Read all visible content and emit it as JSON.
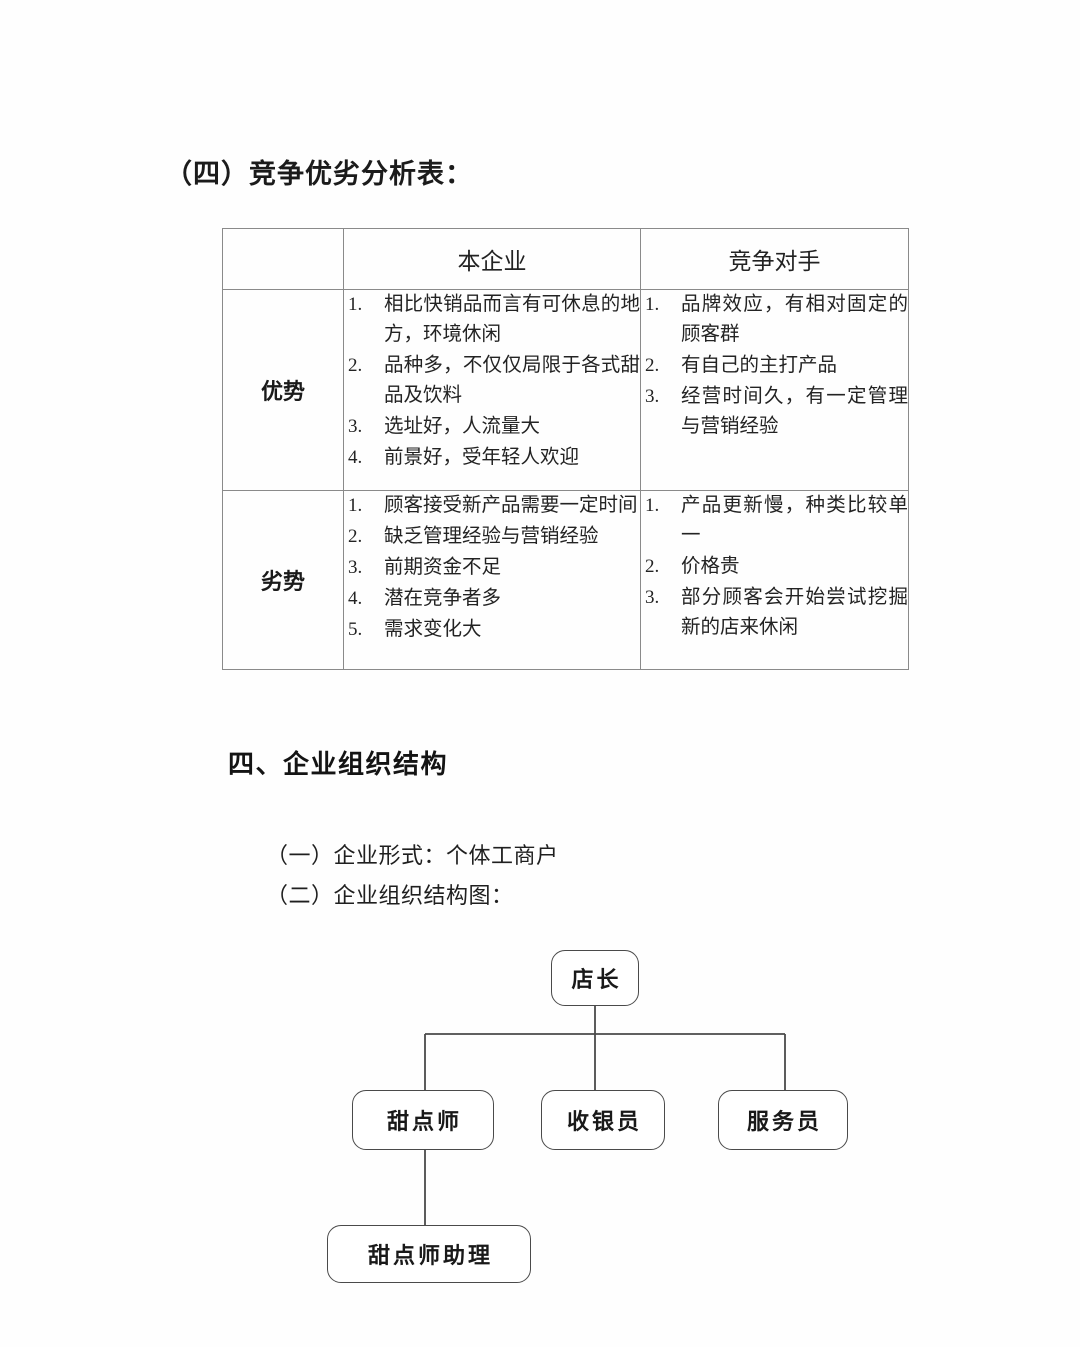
{
  "document": {
    "section_c_title": "（四）竞争优劣分析表：",
    "section_four_title": "四、企业组织结构",
    "para_1": "（一）企业形式：个体工商户",
    "para_2": "（二）企业组织结构图："
  },
  "swot_table": {
    "headers": {
      "corner": "",
      "self": "本企业",
      "rival": "竞争对手"
    },
    "rows": [
      {
        "label": "优势",
        "self": [
          "相比快销品而言有可休息的地方，环境休闲",
          "品种多，不仅仅局限于各式甜品及饮料",
          "选址好，人流量大",
          "前景好，受年轻人欢迎"
        ],
        "rival": [
          "品牌效应，有相对固定的顾客群",
          "有自己的主打产品",
          "经营时间久，有一定管理与营销经验"
        ]
      },
      {
        "label": "劣势",
        "self": [
          "顾客接受新产品需要一定时间",
          "缺乏管理经验与营销经验",
          "前期资金不足",
          "潜在竞争者多",
          "需求变化大"
        ],
        "rival": [
          "产品更新慢，种类比较单一",
          "价格贵",
          "部分顾客会开始尝试挖掘新的店来休闲"
        ]
      }
    ]
  },
  "org_chart": {
    "manager": "店长",
    "pastry_chef": "甜点师",
    "cashier": "收银员",
    "waiter": "服务员",
    "pastry_assistant": "甜点师助理"
  },
  "colors": {
    "text": "#1a1a1a",
    "table_border": "#8a8a8a",
    "node_border": "#4a4a4a",
    "page_background": "#ffffff"
  }
}
